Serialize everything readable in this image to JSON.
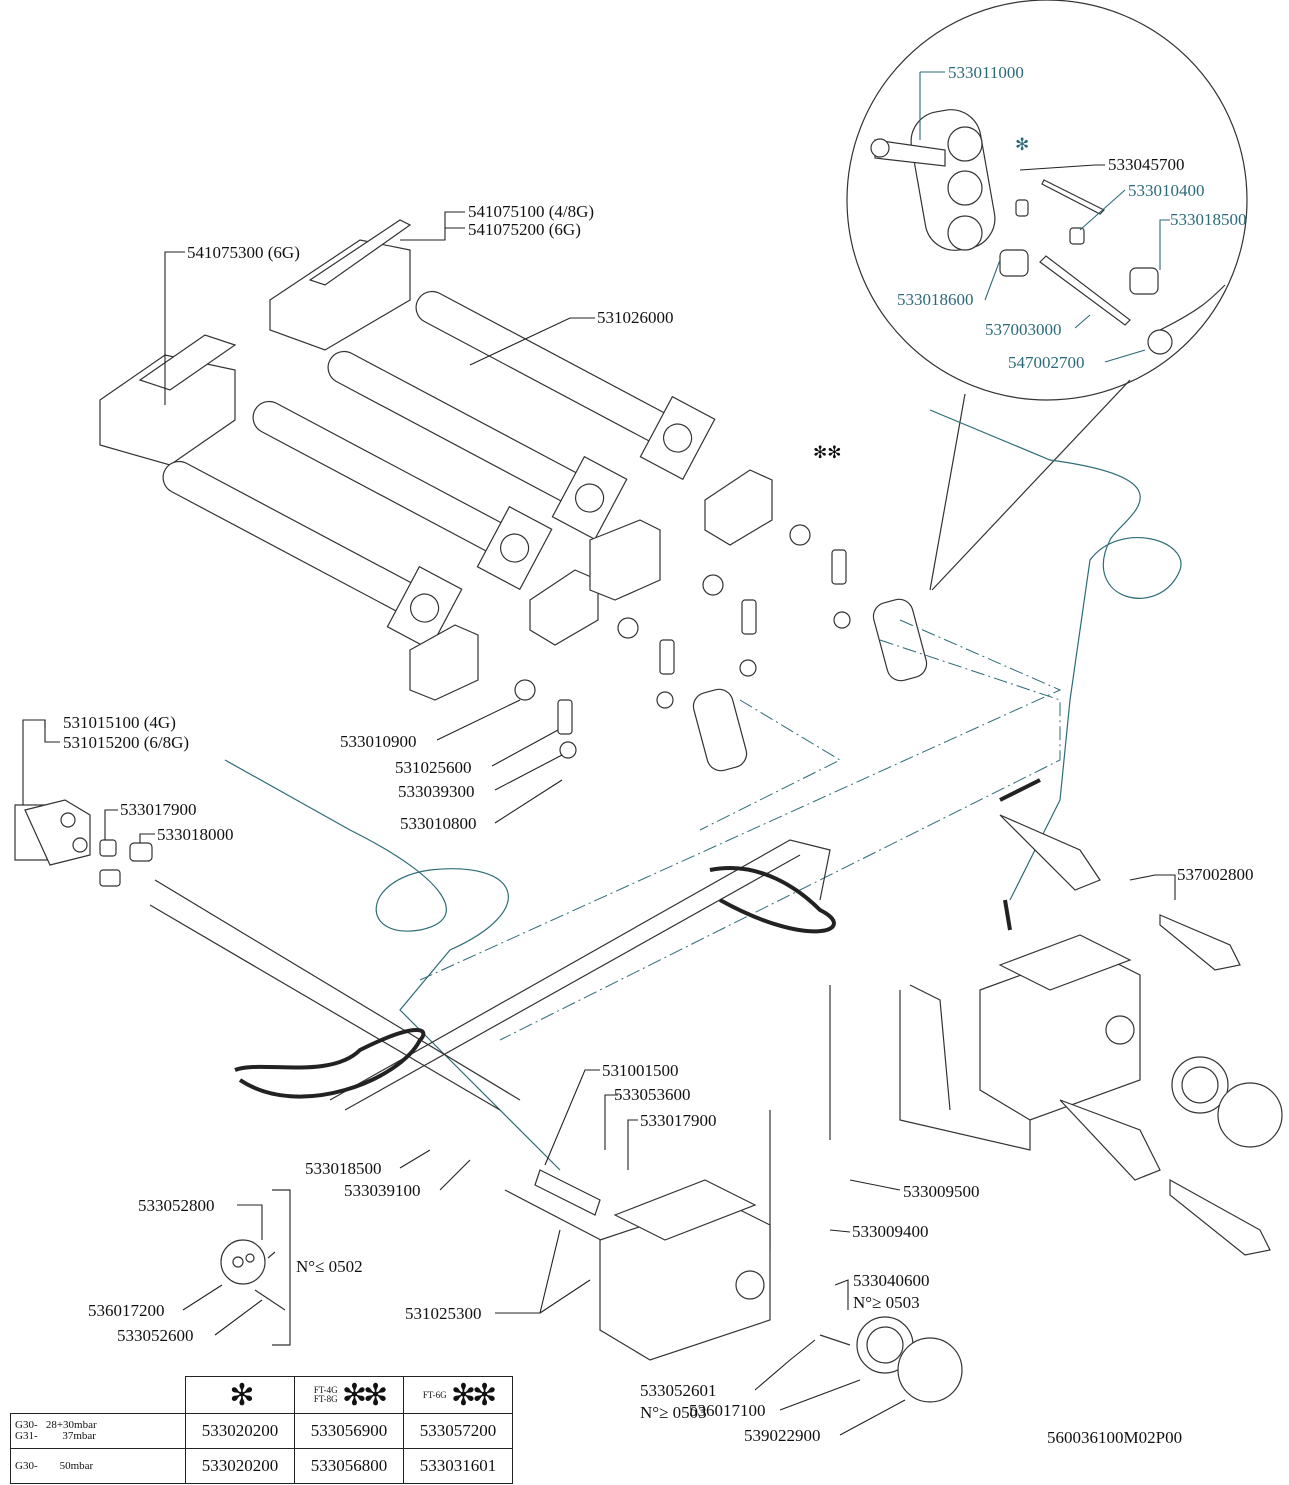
{
  "labels": {
    "l_533011000": "533011000",
    "l_533045700": "533045700",
    "l_533010400": "533010400",
    "l_533018500a": "533018500",
    "l_533018600": "533018600",
    "l_537003000": "537003000",
    "l_547002700": "547002700",
    "l_541075100": "541075100 (4/8G)",
    "l_541075200": "541075200 (6G)",
    "l_541075300": "541075300 (6G)",
    "l_531026000": "531026000",
    "l_531015100": "531015100 (4G)",
    "l_531015200": "531015200 (6/8G)",
    "l_533010900": "533010900",
    "l_531025600": "531025600",
    "l_533039300": "533039300",
    "l_533010800": "533010800",
    "l_533017900a": "533017900",
    "l_533018000": "533018000",
    "l_537002800": "537002800",
    "l_531001500": "531001500",
    "l_533053600": "533053600",
    "l_533017900b": "533017900",
    "l_533018500b": "533018500",
    "l_533039100": "533039100",
    "l_533009500": "533009500",
    "l_533009400": "533009400",
    "l_533052800": "533052800",
    "l_n0502": "N°≤ 0502",
    "l_536017200": "536017200",
    "l_533052600": "533052600",
    "l_531025300": "531025300",
    "l_533040600": "533040600",
    "l_n0503a": "N°≥ 0503",
    "l_533052601": "533052601",
    "l_n0503b": "N°≥ 0503",
    "l_536017100": "536017100",
    "l_539022900": "539022900"
  },
  "symbols": {
    "single": "✻",
    "double": "✻✻"
  },
  "legend": {
    "headers": {
      "col1_symbol": "✻",
      "col2_models": [
        "FT-4G",
        "FT-8G"
      ],
      "col2_symbol": "✻✻",
      "col3_model": "FT-6G",
      "col3_symbol": "✻✻"
    },
    "rows": [
      {
        "gas_lines": [
          "G30-   28+30mbar",
          "G31-         37mbar"
        ],
        "codes": [
          "533020200",
          "533056900",
          "533057200"
        ]
      },
      {
        "gas_lines": [
          "G30-        50mbar"
        ],
        "codes": [
          "533020200",
          "533056800",
          "533031601"
        ]
      }
    ]
  },
  "document_id": "560036100M02P00",
  "colors": {
    "ink": "#111111",
    "teal": "#2a6a78"
  }
}
